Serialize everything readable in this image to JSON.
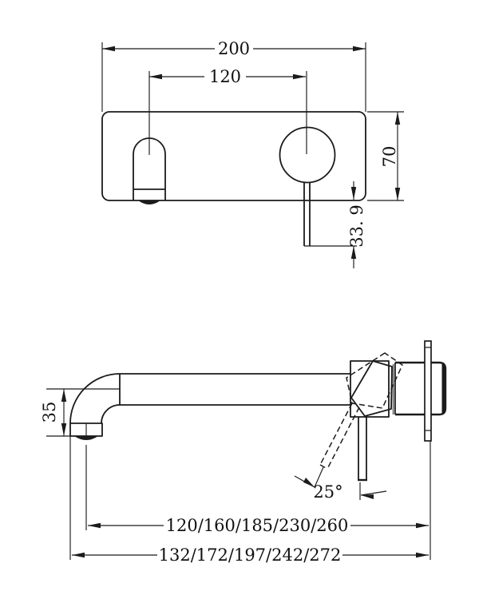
{
  "labels": {
    "top": {
      "overall_width": "200",
      "hole_centres": "120",
      "plate_height": "70",
      "handle_drop": "33. 9"
    },
    "side": {
      "outlet_drop": "35",
      "handle_angle": "25°",
      "reach_centre": "120/160/185/230/260",
      "reach_overall": "132/172/197/242/272"
    }
  },
  "colors": {
    "line": "#1b1b1b",
    "gasket_grey": "#8c8c8c",
    "background": "#ffffff"
  }
}
